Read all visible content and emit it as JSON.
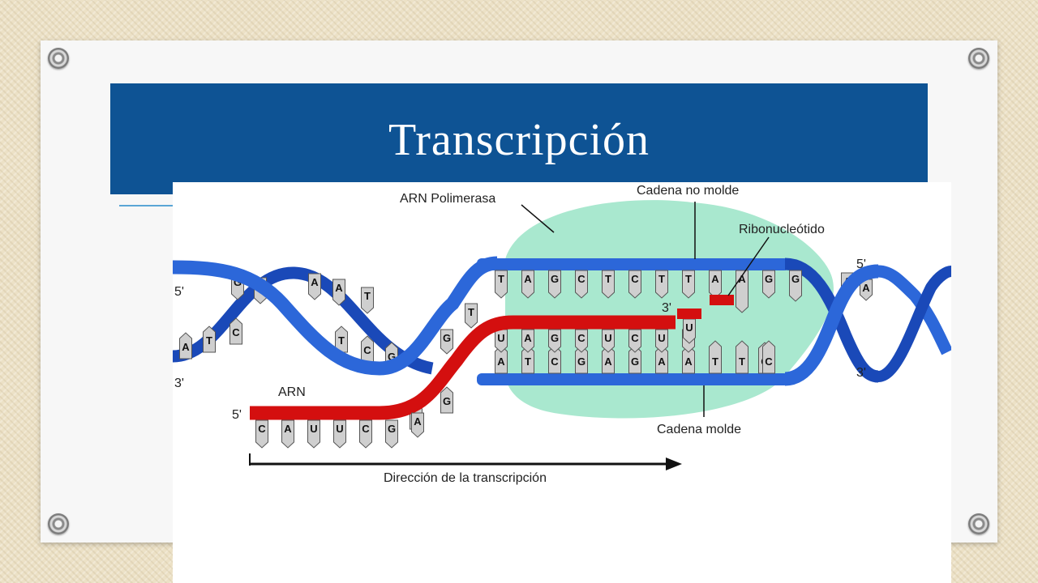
{
  "slide": {
    "title": "Transcripción"
  },
  "diagram": {
    "labels": {
      "polymerase": "ARN Polimerasa",
      "non_template": "Cadena no molde",
      "ribonucleotide": "Ribonucleótido",
      "template": "Cadena molde",
      "rna": "ARN",
      "direction": "Dirección de la transcripción",
      "five_prime_left": "5'",
      "three_prime_left": "3'",
      "five_prime_right": "5'",
      "three_prime_right": "3'",
      "rna_five_prime": "5'",
      "rna_three_prime": "3'"
    },
    "non_template_bases": [
      "T",
      "A",
      "G",
      "C",
      "T",
      "C",
      "T",
      "T",
      "A",
      "A",
      "G"
    ],
    "rna_in_bubble": [
      "U",
      "A",
      "G",
      "C",
      "U",
      "C",
      "U",
      "U"
    ],
    "template_bases": [
      "A",
      "T",
      "C",
      "G",
      "A",
      "G",
      "A",
      "A",
      "T",
      "T",
      "C"
    ],
    "rna_tail": [
      "C",
      "A",
      "U",
      "U",
      "C",
      "G",
      "A"
    ],
    "left_helix_top": [
      "G",
      "G",
      "A",
      "A",
      "T"
    ],
    "left_helix_bottom": [
      "A",
      "T",
      "C",
      "T",
      "C",
      "G"
    ],
    "colors": {
      "dna": "#1f55c8",
      "rna": "#d40f0f",
      "polymerase": "#a9e8cf",
      "title_bar": "#0e5394"
    }
  }
}
